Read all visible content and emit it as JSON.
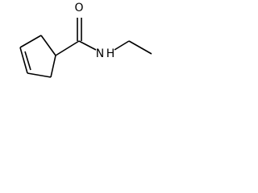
{
  "molecule": {
    "atoms": {
      "oxygen": "O",
      "amide_nitrogen": "N",
      "amide_hydrogen": "H"
    },
    "colors": {
      "bond": "#000000",
      "background": "#ffffff"
    }
  }
}
